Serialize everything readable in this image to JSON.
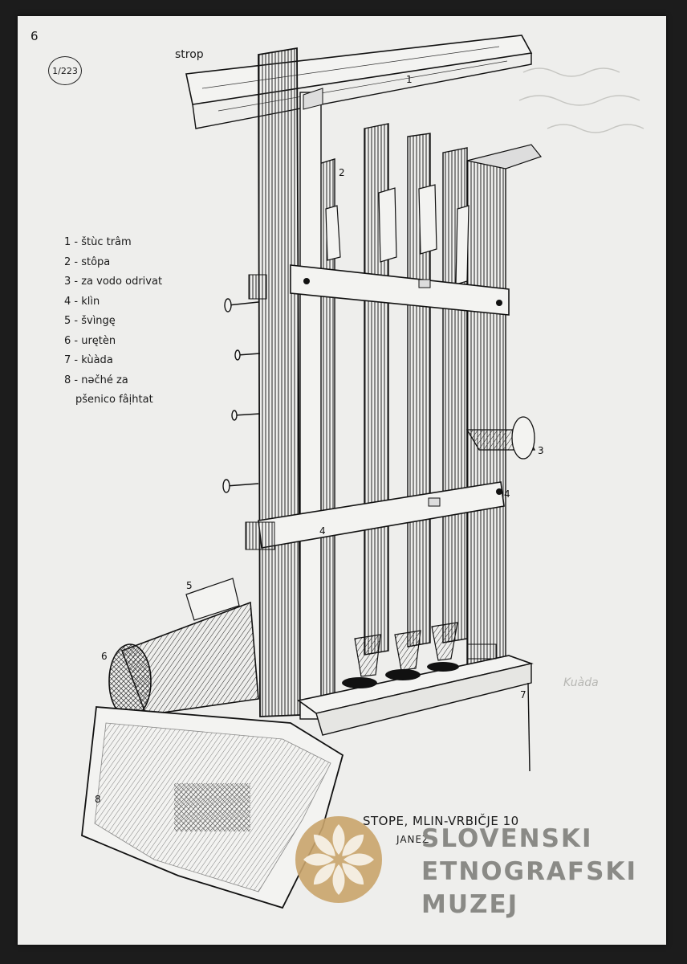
{
  "sheet": {
    "corner_number": "6",
    "inventory_mark": "1/223",
    "top_label": "strop"
  },
  "legend": [
    "1 - štùc trâm",
    "2 - stôpa",
    "3 - za vodo odrivat",
    "4 - klìn",
    "5 - švìngę",
    "6 - urętèn",
    "7 - kùàda",
    "8 - nəčhé za",
    "pšenico fâịhtat"
  ],
  "callouts": [
    "1",
    "2",
    "3",
    "4",
    "4",
    "5",
    "6",
    "7",
    "8"
  ],
  "caption": {
    "title": "STOPE, MLIN-VRBIČJE 10",
    "author": "JANEZ"
  },
  "watermark": {
    "lines": [
      "SLOVENSKI",
      "ETNOGRAFSKI",
      "MUZEJ"
    ],
    "color": "#c9a46c"
  },
  "faint_marks": [
    "Kuàda"
  ]
}
